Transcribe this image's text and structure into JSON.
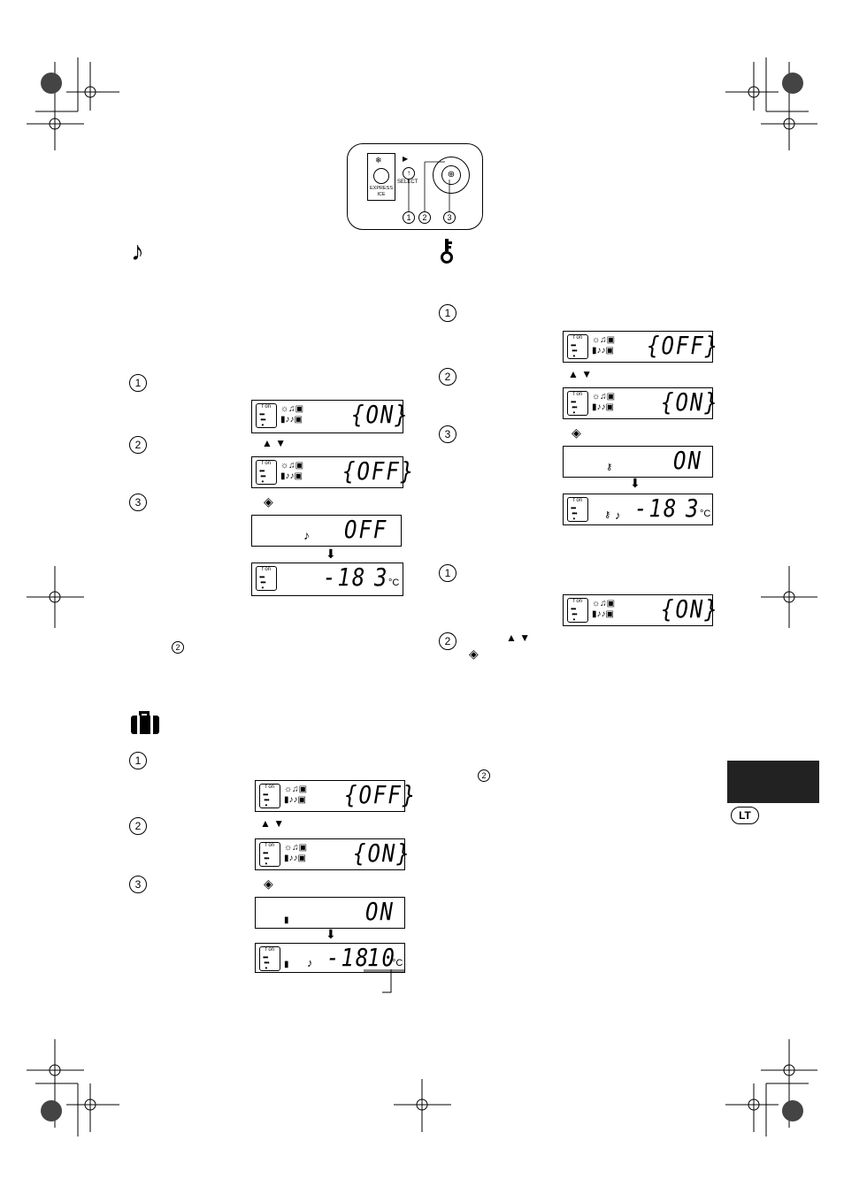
{
  "control_panel": {
    "express_ice_label": "EXPRESS ICE",
    "select_label": "SELECT",
    "callouts": [
      "1",
      "2",
      "3"
    ]
  },
  "section_sound": {
    "title_icon": "music-note-icon",
    "steps": [
      "1",
      "2",
      "3"
    ],
    "displays": {
      "d1": "{ON}",
      "d2": "{OFF}",
      "d3": "OFF",
      "d4_temp": "-18",
      "d4_temp2": "3",
      "unit": "°C"
    },
    "note_step": "2"
  },
  "section_lock": {
    "title_icon": "key-icon",
    "steps_a": [
      "1",
      "2",
      "3"
    ],
    "steps_b": [
      "1",
      "2"
    ],
    "displays": {
      "d1": "{OFF}",
      "d2": "{ON}",
      "d3": "ON",
      "d4_temp": "-18",
      "d4_temp2": "3",
      "d5": "{ON}",
      "unit": "°C"
    },
    "note_step": "2"
  },
  "section_vacation": {
    "title_icon": "suitcase-icon",
    "steps": [
      "1",
      "2",
      "3"
    ],
    "displays": {
      "d1": "{OFF}",
      "d2": "{ON}",
      "d3": "ON",
      "d4_temp": "-18",
      "d4_temp2": "10",
      "unit": "°C"
    }
  },
  "side_tab": {
    "label": "LT"
  }
}
